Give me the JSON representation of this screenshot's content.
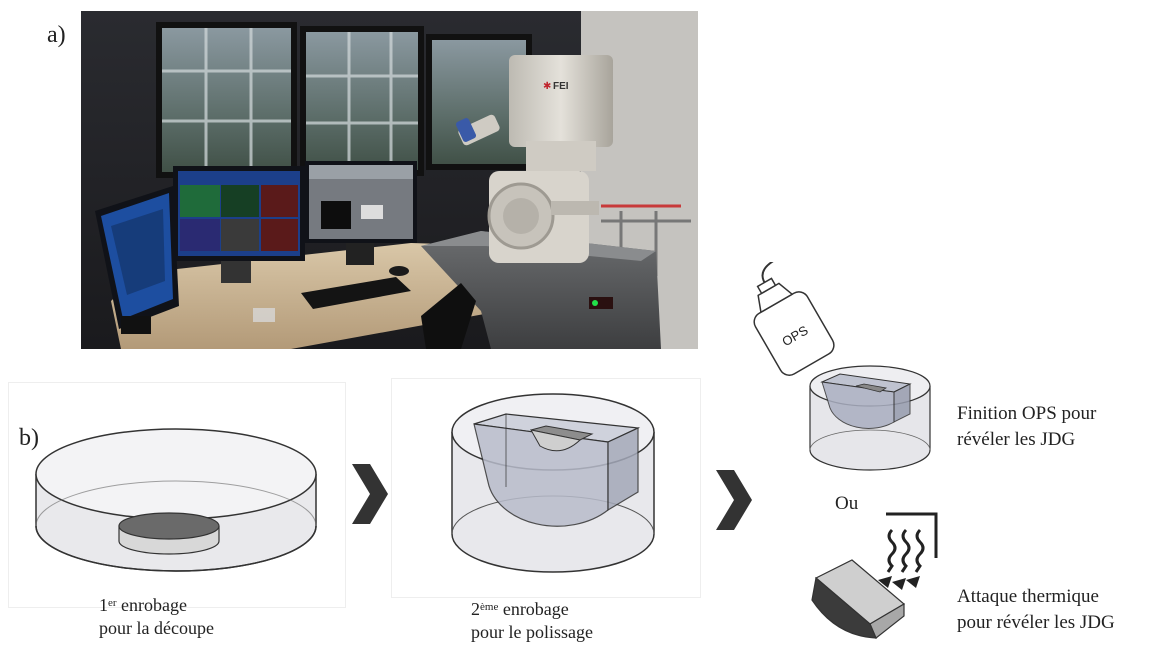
{
  "panel_a": {
    "label": "a)",
    "microscope_brand": "FEI"
  },
  "panel_b": {
    "label": "b)",
    "step1": {
      "number": "1",
      "superscript": "er",
      "line1_rest": " enrobage",
      "line2": "pour la découpe"
    },
    "step2": {
      "number": "2",
      "superscript": "ème",
      "line1_rest": " enrobage",
      "line2": "pour le polissage"
    },
    "ops_bottle_label": "OPS",
    "option1": {
      "line1": "Finition OPS pour",
      "line2": "révéler les JDG"
    },
    "or_label": "Ou",
    "option2": {
      "line1": "Attaque thermique",
      "line2": "pour révéler les JDG"
    }
  }
}
